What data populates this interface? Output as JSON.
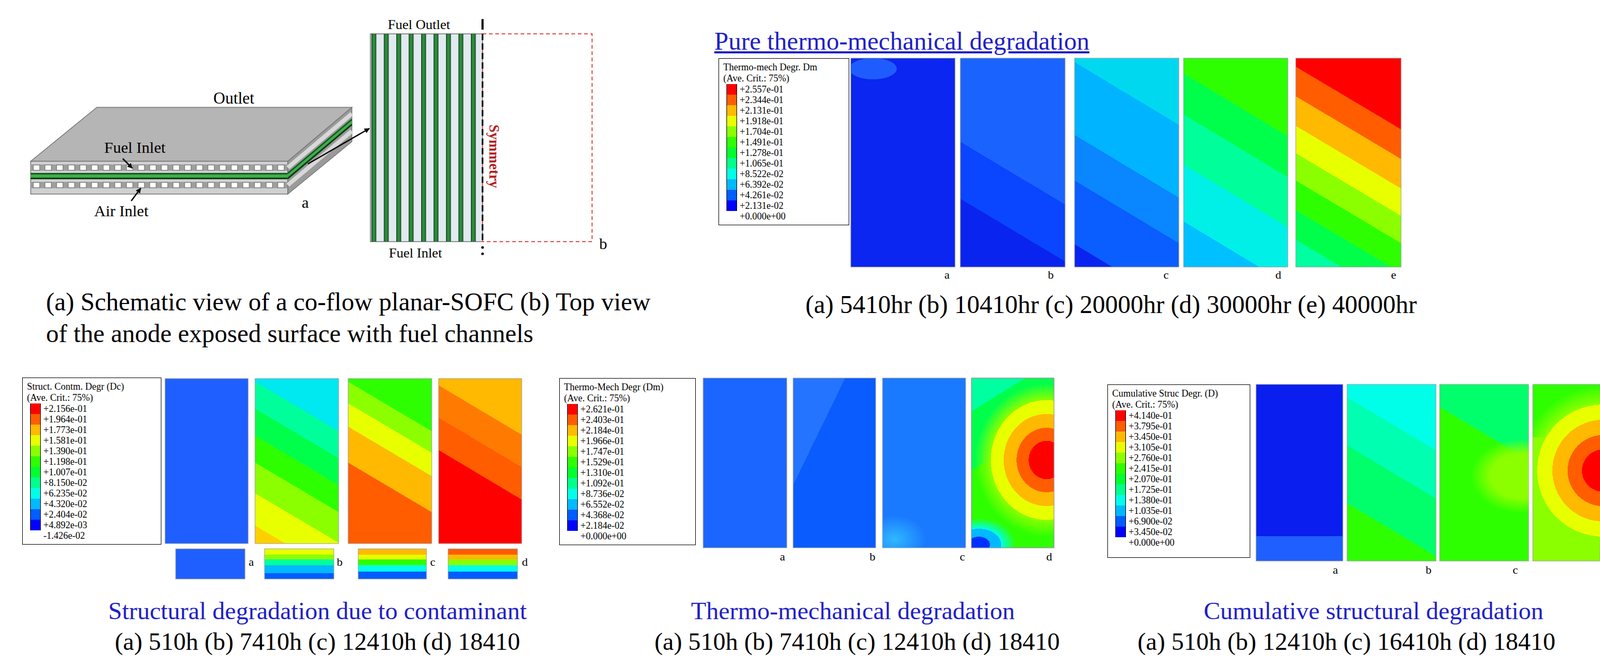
{
  "diagram": {
    "nodes": [
      {
        "text": [
          "Thermo-mech Degr. Dm",
          "(Ave. Crit.: 75%)"
        ]
      },
      {
        "text": [
          "Struct. Contm. Degr (Dc)",
          "(Ave. Crit.: 75%)"
        ]
      },
      {
        "text": [
          "Thermo-Mech Degr (Dm)",
          "(Ave. Crit.: 75%)"
        ]
      },
      {
        "text": [
          "Cumulative Struc Degr. (D)",
          "(Ave. Crit.: 75%)"
        ]
      }
    ],
    "labels": [
      "Outlet",
      "Fuel Inlet",
      "Air Inlet",
      "a",
      "Fuel Outlet",
      "Symmetry",
      "Fuel Inlet",
      "b",
      "(a) Schematic view of a co-flow planar-SOFC (b) Top view of the anode exposed surface with fuel channels",
      "Pure thermo-mechanical degradation",
      "a",
      "b",
      "c",
      "d",
      "e",
      "(a) 5410hr (b) 10410hr (c) 20000hr (d) 30000hr (e) 40000hr",
      "a",
      "b",
      "c",
      "d",
      "Structural degradation due to contaminant",
      "(a) 510h (b) 7410h (c) 12410h (d) 18410",
      "a",
      "b",
      "c",
      "d",
      "Thermo-mechanical degradation",
      "(a) 510h (b) 7410h (c) 12410h (d) 18410",
      "a",
      "b",
      "c",
      "Cumulative structural degradation",
      "(a) 510h (b) 12410h (c) 16410h (d) 18410"
    ],
    "legend": [
      {
        "text": "+2.557e-01",
        "color": "#ff0000"
      },
      {
        "text": "+2.344e-01",
        "color": "#ff5d00"
      },
      {
        "text": "+2.131e-01",
        "color": "#ffb900"
      },
      {
        "text": "+1.918e-01",
        "color": "#e8ff00"
      },
      {
        "text": "+1.704e-01",
        "color": "#8bff00"
      },
      {
        "text": "+1.491e-01",
        "color": "#2eff00"
      },
      {
        "text": "+1.278e-01",
        "color": "#00ff2e"
      },
      {
        "text": "+1.065e-01",
        "color": "#00ff8b"
      },
      {
        "text": "+8.522e-02",
        "color": "#00ffe8"
      },
      {
        "text": "+6.392e-02",
        "color": "#00b9ff"
      },
      {
        "text": "+4.261e-02",
        "color": "#005dff"
      },
      {
        "text": "+2.131e-02",
        "color": "#0000ff"
      },
      {
        "text": "+0.000e+00"
      },
      {
        "text": "+2.156e-01",
        "color": "#ff0000"
      },
      {
        "text": "+1.964e-01",
        "color": "#ff5d00"
      },
      {
        "text": "+1.773e-01",
        "color": "#ffb900"
      },
      {
        "text": "+1.581e-01",
        "color": "#e8ff00"
      },
      {
        "text": "+1.390e-01",
        "color": "#8bff00"
      },
      {
        "text": "+1.198e-01",
        "color": "#2eff00"
      },
      {
        "text": "+1.007e-01",
        "color": "#00ff2e"
      },
      {
        "text": "+8.150e-02",
        "color": "#00ff8b"
      },
      {
        "text": "+6.235e-02",
        "color": "#00ffe8"
      },
      {
        "text": "+4.320e-02",
        "color": "#00b9ff"
      },
      {
        "text": "+2.404e-02",
        "color": "#005dff"
      },
      {
        "text": "+4.892e-03",
        "color": "#0000ff"
      },
      {
        "text": "-1.426e-02"
      },
      {
        "text": "+2.621e-01",
        "color": "#ff0000"
      },
      {
        "text": "+2.403e-01",
        "color": "#ff5d00"
      },
      {
        "text": "+2.184e-01",
        "color": "#ffb900"
      },
      {
        "text": "+1.966e-01",
        "color": "#e8ff00"
      },
      {
        "text": "+1.747e-01",
        "color": "#8bff00"
      },
      {
        "text": "+1.529e-01",
        "color": "#2eff00"
      },
      {
        "text": "+1.310e-01",
        "color": "#00ff2e"
      },
      {
        "text": "+1.092e-01",
        "color": "#00ff8b"
      },
      {
        "text": "+8.736e-02",
        "color": "#00ffe8"
      },
      {
        "text": "+6.552e-02",
        "color": "#00b9ff"
      },
      {
        "text": "+4.368e-02",
        "color": "#005dff"
      },
      {
        "text": "+2.184e-02",
        "color": "#0000ff"
      },
      {
        "text": "+0.000e+00"
      },
      {
        "text": "+4.140e-01",
        "color": "#ff0000"
      },
      {
        "text": "+3.795e-01",
        "color": "#ff5d00"
      },
      {
        "text": "+3.450e-01",
        "color": "#ffb900"
      },
      {
        "text": "+3.105e-01",
        "color": "#e8ff00"
      },
      {
        "text": "+2.760e-01",
        "color": "#8bff00"
      },
      {
        "text": "+2.415e-01",
        "color": "#2eff00"
      },
      {
        "text": "+2.070e-01",
        "color": "#00ff2e"
      },
      {
        "text": "+1.725e-01",
        "color": "#00ff8b"
      },
      {
        "text": "+1.380e-01",
        "color": "#00ffe8"
      },
      {
        "text": "+1.035e-01",
        "color": "#00b9ff"
      },
      {
        "text": "+6.900e-02",
        "color": "#005dff"
      },
      {
        "text": "+3.450e-02",
        "color": "#0000ff"
      },
      {
        "text": "+0.000e+00"
      }
    ]
  }
}
